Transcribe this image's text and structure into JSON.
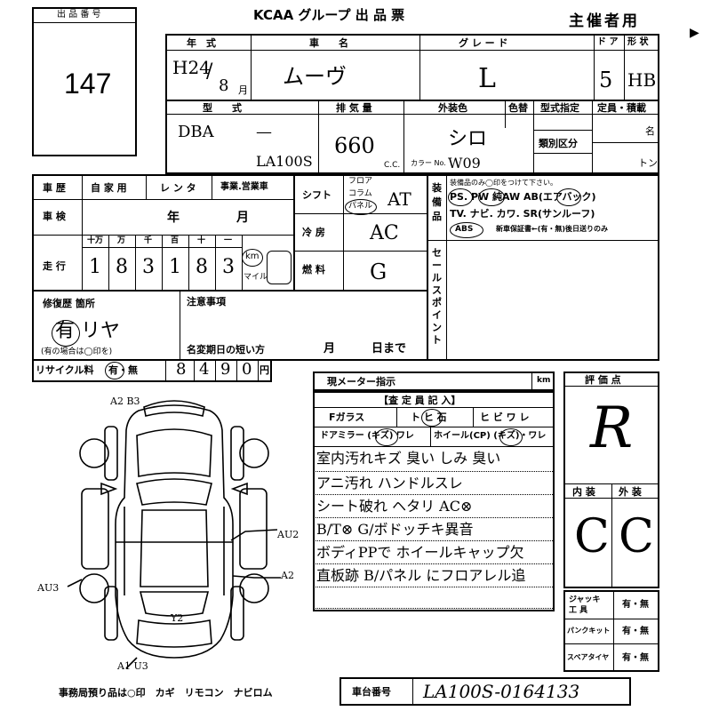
{
  "header": {
    "lot_number_label": "出 品 番 号",
    "lot_number": "147",
    "title": "KCAA グループ 出 品 票",
    "organizer_label": "主催者用",
    "arrow": "▶"
  },
  "row1_labels": {
    "year": "年　式",
    "car_name": "車　　名",
    "grade": "グ レ ー ド",
    "doors": "ド ア",
    "shape": "形 状"
  },
  "row1_values": {
    "year_era": "H24",
    "month": "8",
    "month_unit": "月",
    "year_slash": "/",
    "car_name": "ムーヴ",
    "grade": "L",
    "doors": "5",
    "shape": "HB"
  },
  "row2_labels": {
    "type": "型　　式",
    "displacement": "排 気 量",
    "exterior_color": "外装色",
    "color_change": "色替",
    "type_designation": "型式指定",
    "capacity": "定員・積載",
    "classification": "類別区分",
    "persons": "名",
    "tons": "トン",
    "cc": "C.C.",
    "color_no_label": "カラー No."
  },
  "row2_values": {
    "type_prefix": "DBA",
    "type_dash": "—",
    "model_code": "LA100S",
    "displacement": "660",
    "exterior_color": "シロ",
    "color_code": "W09"
  },
  "history": {
    "label": "車 歴",
    "private": "自 家 用",
    "rental": "レ ン タ",
    "business": "事業.営業車"
  },
  "inspection": {
    "label": "車 検",
    "year_unit": "年",
    "month_unit": "月"
  },
  "mileage": {
    "label": "走 行",
    "unit_headers": [
      "十万",
      "万",
      "千",
      "百",
      "十",
      "一"
    ],
    "digits": [
      "1",
      "8",
      "3",
      "1",
      "8",
      "3"
    ],
    "km": "km",
    "mile": "マイル"
  },
  "shift": {
    "label": "シフト",
    "opt_floor": "フロア",
    "opt_column": "コラム",
    "opt_panel": "パネル",
    "value": "AT"
  },
  "ac": {
    "label": "冷 房",
    "value": "AC"
  },
  "fuel": {
    "label": "燃 料",
    "value": "G"
  },
  "equipment": {
    "label": "装備品",
    "instruction": "装備品のみ◯印をつけて下さい。",
    "line1": "PS. PW 純AW AB(エアバック)",
    "line2": "TV. ナビ. カワ. SR(サンルーフ)",
    "line3_abs": "ABS",
    "line3_rest": "新車保証書←(有・無)後日送りのみ"
  },
  "sales_point": {
    "label": "セールスポイント"
  },
  "repair": {
    "label": "修復歴 箇所",
    "value": "有 リヤ",
    "note": "(有の場合は◯印を)"
  },
  "notices": {
    "label": "注意事項",
    "name_change_label": "名変期日の短い方",
    "month": "月",
    "day_before": "日まで"
  },
  "recycle": {
    "label": "リサイクル料",
    "options": "有・無",
    "digits": [
      "8",
      "4",
      "9",
      "0"
    ],
    "yen": "円"
  },
  "current_meter": {
    "label": "現メーター指示",
    "unit": "km"
  },
  "inspector": {
    "label": "【査 定 員 記 入】",
    "items": [
      "Fガラス",
      "ト ヒ 石",
      "ヒ ビ ワ レ"
    ],
    "mirror": "ドアミラー (キズ) ワレ",
    "wheel": "ホイール(CP) (キズ)・ワレ"
  },
  "handwritten_notes": [
    "室内汚れキズ 臭い しみ 臭い",
    "アニ汚れ ハンドルスレ",
    "シート破れ ヘタリ  AC⊗",
    "B/T⊗  G/ボドッチキ異音",
    "ボディPPで  ホイールキャップ欠",
    "直板跡 B/パネル にフロアレル追"
  ],
  "evaluation": {
    "label": "評 価 点",
    "score": "R",
    "interior_label": "内 装",
    "exterior_label": "外 装",
    "interior": "C",
    "exterior": "C"
  },
  "diagram_marks": {
    "top": "A2 B3",
    "right_mid": "AU2",
    "right_lower": "A2",
    "left_lower": "AU3",
    "bottom": "A1 U3",
    "center_low": "Y2"
  },
  "accessories": {
    "jack_label": "ジャッキ 工 具",
    "jack_opts": "有・無",
    "puncture_label": "パンクキット",
    "puncture_opts": "有・無",
    "spare_label": "スペアタイヤ",
    "spare_opts": "有・無"
  },
  "footer": {
    "office_note": "事務局預り品は○印　カギ　リモコン　ナビロム",
    "chassis_label": "車台番号",
    "chassis_number": "LA100S-0164133"
  }
}
